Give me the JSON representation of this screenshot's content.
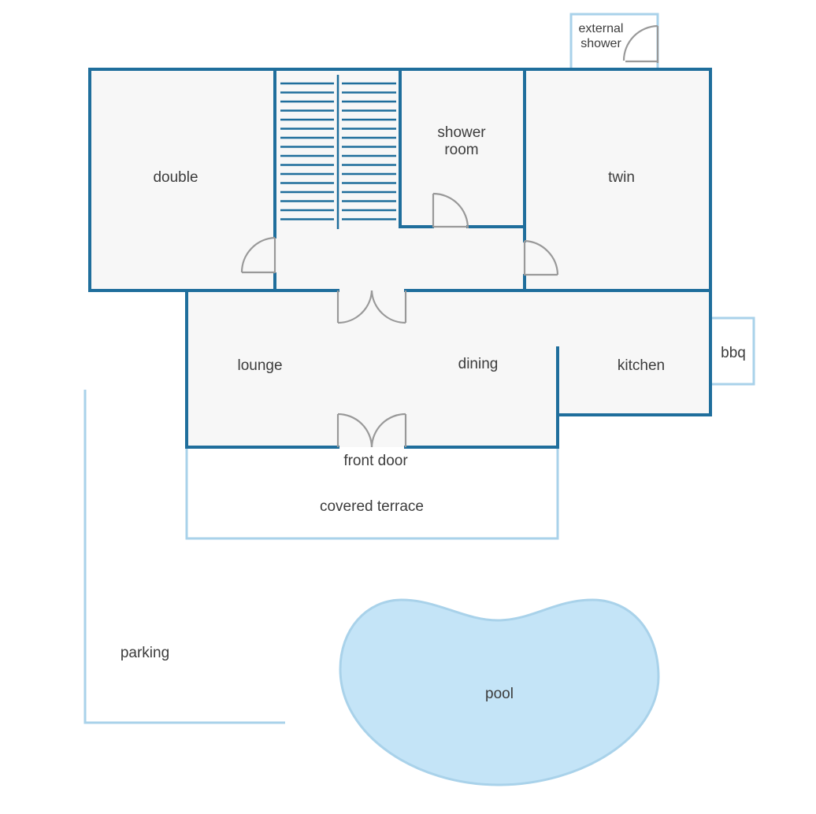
{
  "rooms": {
    "double": "double",
    "shower_room_line1": "shower",
    "shower_room_line2": "room",
    "twin": "twin",
    "lounge": "lounge",
    "dining": "dining",
    "kitchen": "kitchen",
    "bbq": "bbq",
    "external_shower_line1": "external",
    "external_shower_line2": "shower"
  },
  "outside": {
    "front_door": "front door",
    "covered_terrace": "covered terrace",
    "parking": "parking",
    "pool": "pool"
  },
  "colors": {
    "wall": "#1f6e9c",
    "outline_light": "#a9d2ea",
    "pool_fill": "#c4e4f7",
    "room_fill": "#f7f7f7",
    "door": "#999999",
    "text": "#3c3c3c"
  }
}
